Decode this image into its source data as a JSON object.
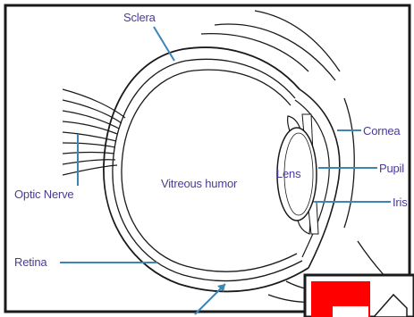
{
  "colors": {
    "label": "#4a3a9a",
    "leader": "#3b86b5",
    "outline": "#1a1a1a",
    "inset_red": "#ff0000"
  },
  "labels": {
    "sclera": "Sclera",
    "cornea": "Cornea",
    "pupil": "Pupil",
    "iris": "Iris",
    "lens": "Lens",
    "vitreous": "Vitreous humor",
    "optic_nerve": "Optic Nerve",
    "retina": "Retina"
  }
}
